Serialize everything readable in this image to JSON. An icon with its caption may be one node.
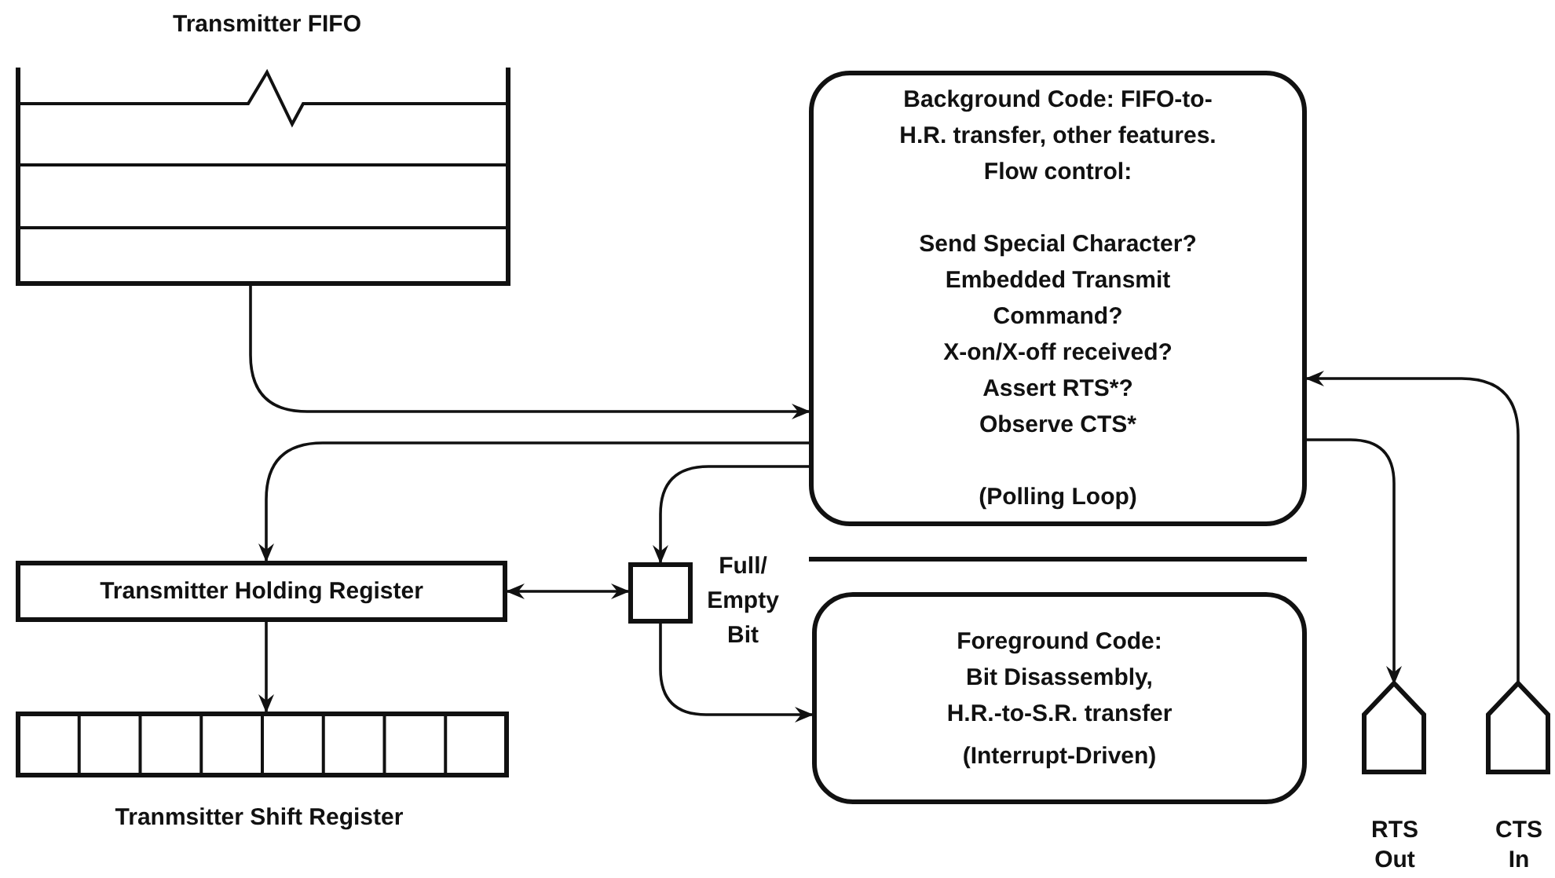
{
  "diagram": {
    "nodes": [
      {
        "text": [
          "Transmitter FIFO"
        ]
      },
      {
        "text": [
          "Background Code: FIFO-to-H.R. transfer, other features. Flow control:",
          "Send Special Character?",
          "Embedded Transmit Command?",
          "X-on/X-off received?",
          "Assert RTS*?",
          "Observe CTS*",
          "(Polling Loop)"
        ]
      },
      {
        "text": [
          "Transmitter Holding Register"
        ]
      },
      {
        "text": [],
        "shape": "box",
        "beside": [
          "Full/ Empty Bit"
        ]
      },
      {
        "text": [
          "Foreground Code: Bit Disassembly, H.R.-to-S.R. transfer",
          "(Interrupt-Driven)"
        ]
      },
      {
        "text": [
          "Tranmsitter Shift Register"
        ]
      },
      {
        "text": [
          "RTS Out"
        ]
      },
      {
        "text": [
          "CTS In"
        ]
      }
    ],
    "edges": [
      {
        "from": 0,
        "to": 1,
        "arrow": "to"
      },
      {
        "from": 1,
        "to": 2,
        "arrow": "to"
      },
      {
        "from": 1,
        "to": 3,
        "arrow": "to"
      },
      {
        "from": 2,
        "to": 3,
        "arrow": "both"
      },
      {
        "from": 3,
        "to": 4,
        "arrow": "to"
      },
      {
        "from": 2,
        "to": 5,
        "arrow": "to"
      },
      {
        "from": 1,
        "to": 6,
        "arrow": "to"
      },
      {
        "from": 7,
        "to": 1,
        "arrow": "to"
      }
    ]
  }
}
